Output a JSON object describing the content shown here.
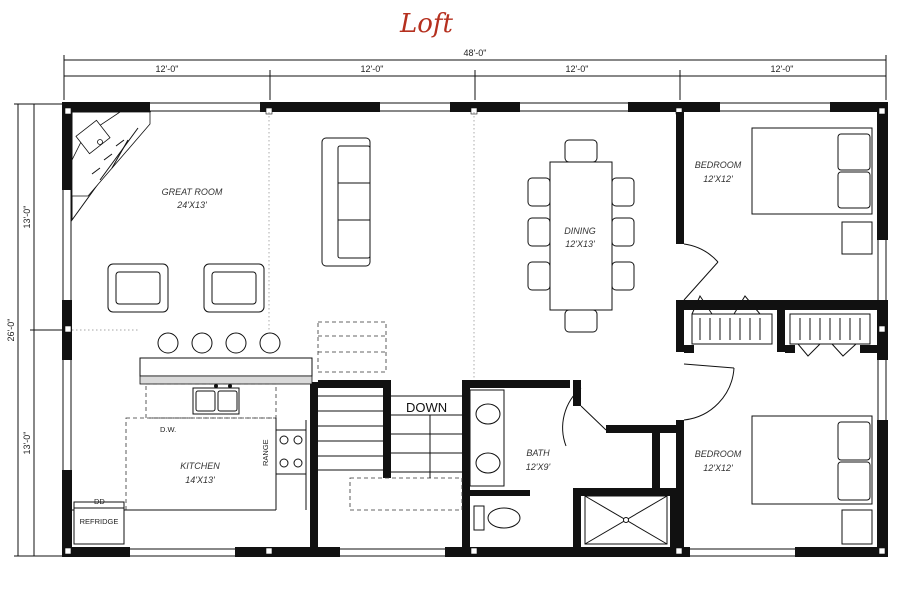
{
  "title": "Loft",
  "title_color": "#b5301f",
  "dimensions": {
    "overall_width": "48'-0\"",
    "segments": [
      "12'-0\"",
      "12'-0\"",
      "12'-0\"",
      "12'-0\""
    ],
    "overall_depth": "26'-0\"",
    "depth_top": "13'-0\"",
    "depth_bottom": "13'-0\""
  },
  "rooms": {
    "great_room": {
      "name": "GREAT ROOM",
      "size": "24'X13'"
    },
    "dining": {
      "name": "DINING",
      "size": "12'X13'"
    },
    "bedroom_top": {
      "name": "BEDROOM",
      "size": "12'X12'"
    },
    "bedroom_bottom": {
      "name": "BEDROOM",
      "size": "12'X12'"
    },
    "kitchen": {
      "name": "KITCHEN",
      "size": "14'X13'"
    },
    "bath": {
      "name": "BATH",
      "size": "12'X9'"
    }
  },
  "labels": {
    "down": "DOWN",
    "dishwasher": "D.W.",
    "range": "RANGE",
    "refrigerator": "REFRIDGE",
    "dd": "DD"
  }
}
